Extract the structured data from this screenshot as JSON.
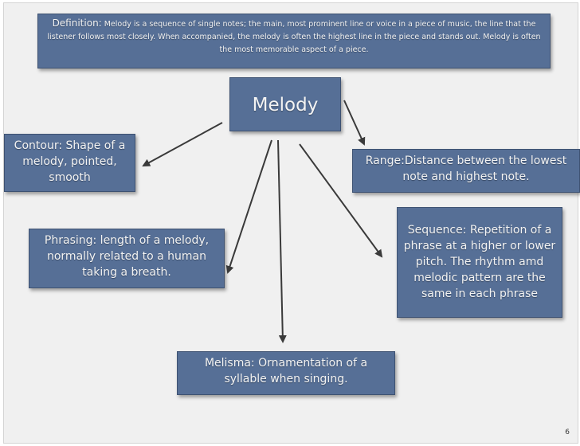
{
  "definition": {
    "term": "Definition:",
    "text": " Melody is a sequence of single notes; the main, most prominent line or voice in a piece of music, the line that the listener follows most closely. When accompanied, the melody is often the highest line in the piece and stands out. Melody is often the most memorable aspect of a piece."
  },
  "center": {
    "label": "Melody"
  },
  "nodes": {
    "contour": "Contour: Shape of a melody, pointed, smooth",
    "range": "Range:Distance between the lowest note and highest note.",
    "phrasing": "Phrasing: length of a melody, normally related to a human taking a breath.",
    "sequence": "Sequence: Repetition of a phrase at a higher or lower pitch. The rhythm amd melodic pattern are the same in each phrase",
    "melisma": "Melisma:  Ornamentation of a syllable when singing."
  },
  "page_number": "6",
  "colors": {
    "box": "#566f96",
    "arrow": "#3a3a3a",
    "background": "#f0f0f0"
  }
}
